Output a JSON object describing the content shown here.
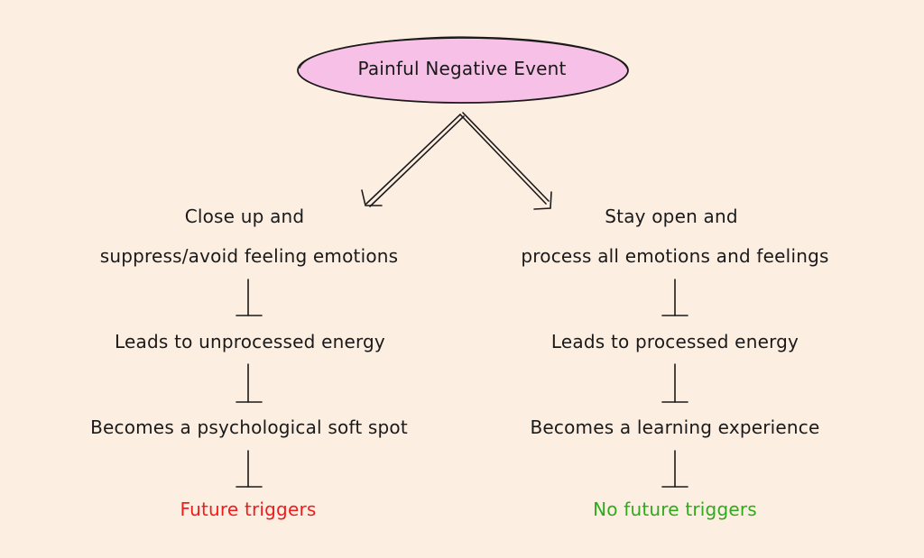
{
  "root": {
    "label": "Painful Negative Event",
    "fill": "#f7c0e6",
    "stroke": "#1a1a1a"
  },
  "left_branch": {
    "line1": "Close up and",
    "line2": "suppress/avoid feeling emotions",
    "step1": "Leads to unprocessed energy",
    "step2": "Becomes a psychological soft spot",
    "outcome": "Future triggers",
    "outcome_color": "#f01c1c"
  },
  "right_branch": {
    "line1": "Stay open and",
    "line2": "process all emotions and feelings",
    "step1": "Leads to processed energy",
    "step2": "Becomes a learning experience",
    "outcome": "No future triggers",
    "outcome_color": "#2faa1c"
  },
  "colors": {
    "background": "#fdeee2",
    "text": "#1a1a1a"
  }
}
